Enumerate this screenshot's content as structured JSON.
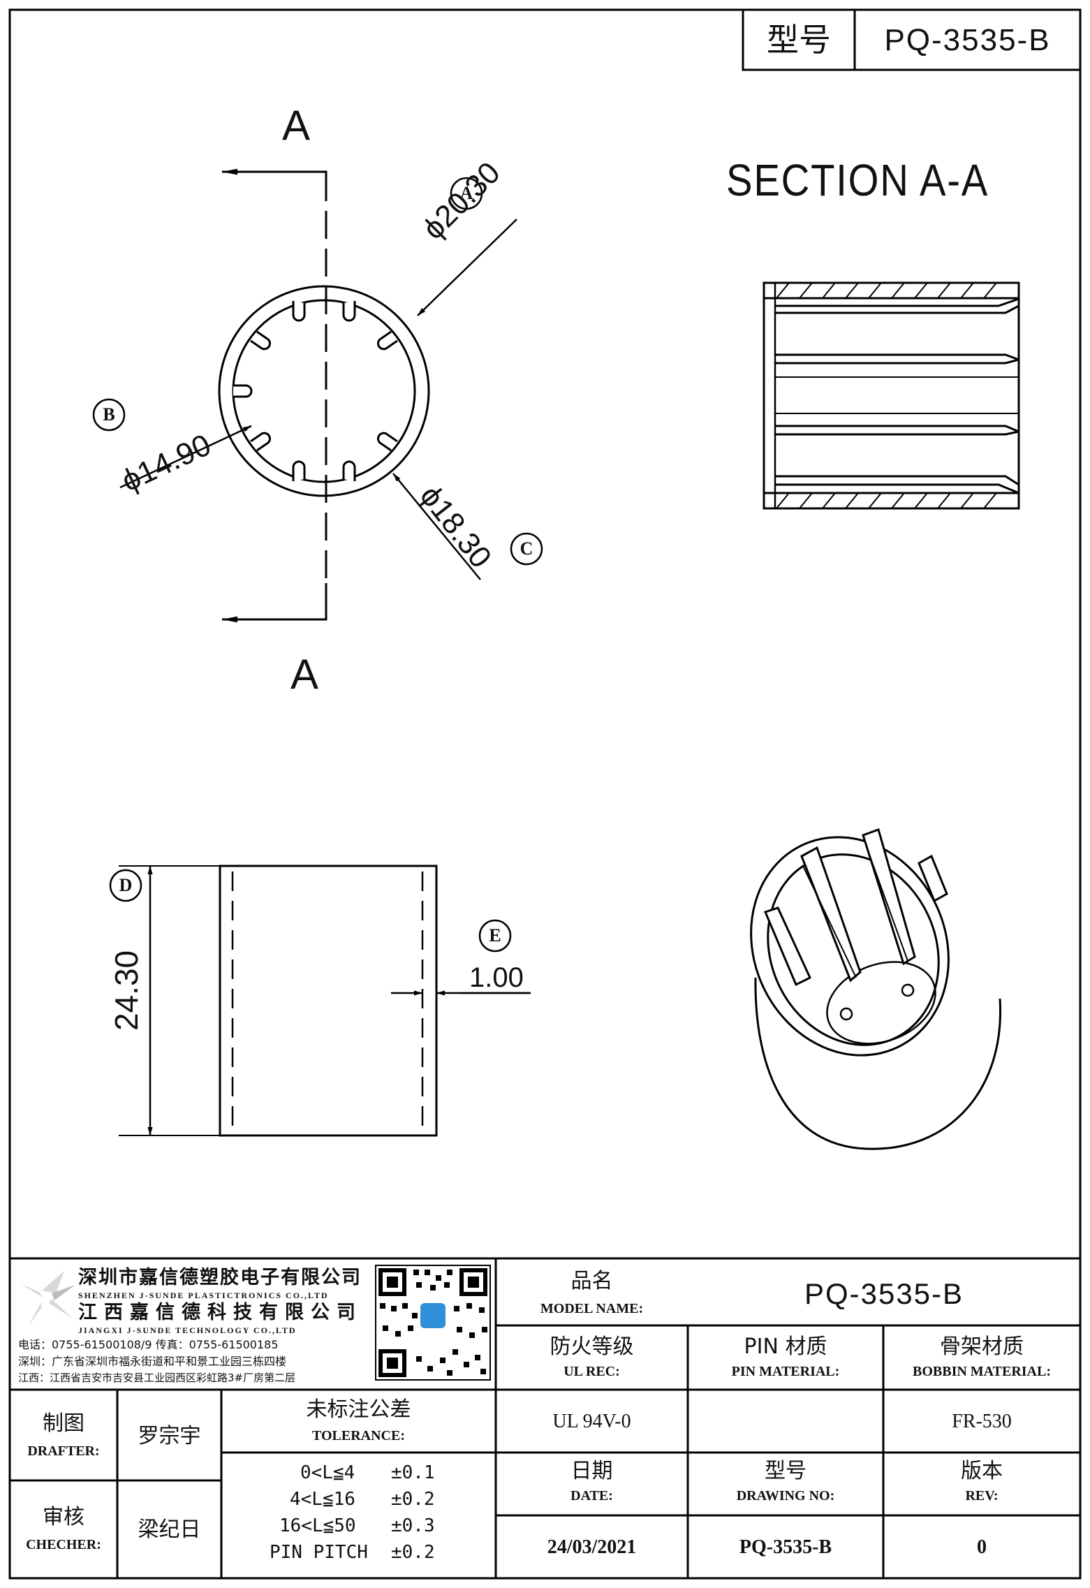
{
  "header": {
    "model_label": "型号",
    "model_value": "PQ-3535-B"
  },
  "section_view": {
    "title": "SECTION A-A"
  },
  "top_view": {
    "cut_marker_top": "A",
    "cut_marker_bottom": "A",
    "callout_a": "A",
    "callout_b": "B",
    "callout_c": "C",
    "dim_outer": "ϕ20.30",
    "dim_inner": "ϕ14.90",
    "dim_mid": "ϕ18.30"
  },
  "side_view": {
    "callout_d": "D",
    "callout_e": "E",
    "dim_height": "24.30",
    "dim_wall": "1.00"
  },
  "title_block": {
    "company_cn_1": "深圳市嘉信德塑胶电子有限公司",
    "company_en_1": "SHENZHEN J-SUNDE PLASTICTRONICS CO.,LTD",
    "company_cn_2": "江西嘉信德科技有限公司",
    "company_en_2": "JIANGXI J-SUNDE TECHNOLOGY CO.,LTD",
    "contact_line_1": "电话：0755-61500108/9    传真：0755-61500185",
    "contact_line_2": "深圳：广东省深圳市福永街道和平和景工业园三栋四楼",
    "contact_line_3": "江西：江西省吉安市吉安县工业园西区彩虹路3#厂房第二层",
    "model_name_cn": "品名",
    "model_name_en": "MODEL NAME:",
    "model_name_value": "PQ-3535-B",
    "ul_cn": "防火等级",
    "ul_en": "UL REC:",
    "pin_cn": "PIN 材质",
    "pin_en": "PIN MATERIAL:",
    "bobbin_cn": "骨架材质",
    "bobbin_en": "BOBBIN MATERIAL:",
    "ul_value": "UL 94V-0",
    "pin_value": "",
    "bobbin_value": "FR-530",
    "drafter_cn": "制图",
    "drafter_en": "DRAFTER:",
    "drafter_name": "罗宗宇",
    "checker_cn": "审核",
    "checker_en": "CHECHER:",
    "checker_name": "梁纪日",
    "tolerance_cn": "未标注公差",
    "tolerance_en": "TOLERANCE:",
    "tolerances": [
      {
        "range": "0<L≦4",
        "value": "±0.1"
      },
      {
        "range": "4<L≦16",
        "value": "±0.2"
      },
      {
        "range": "16<L≦50",
        "value": "±0.3"
      },
      {
        "range": "PIN PITCH",
        "value": "±0.2"
      }
    ],
    "date_cn": "日期",
    "date_en": "DATE:",
    "date_value": "24/03/2021",
    "drawing_no_cn": "型号",
    "drawing_no_en": "DRAWING NO:",
    "drawing_no_value": "PQ-3535-B",
    "rev_cn": "版本",
    "rev_en": "REV:",
    "rev_value": "0"
  }
}
